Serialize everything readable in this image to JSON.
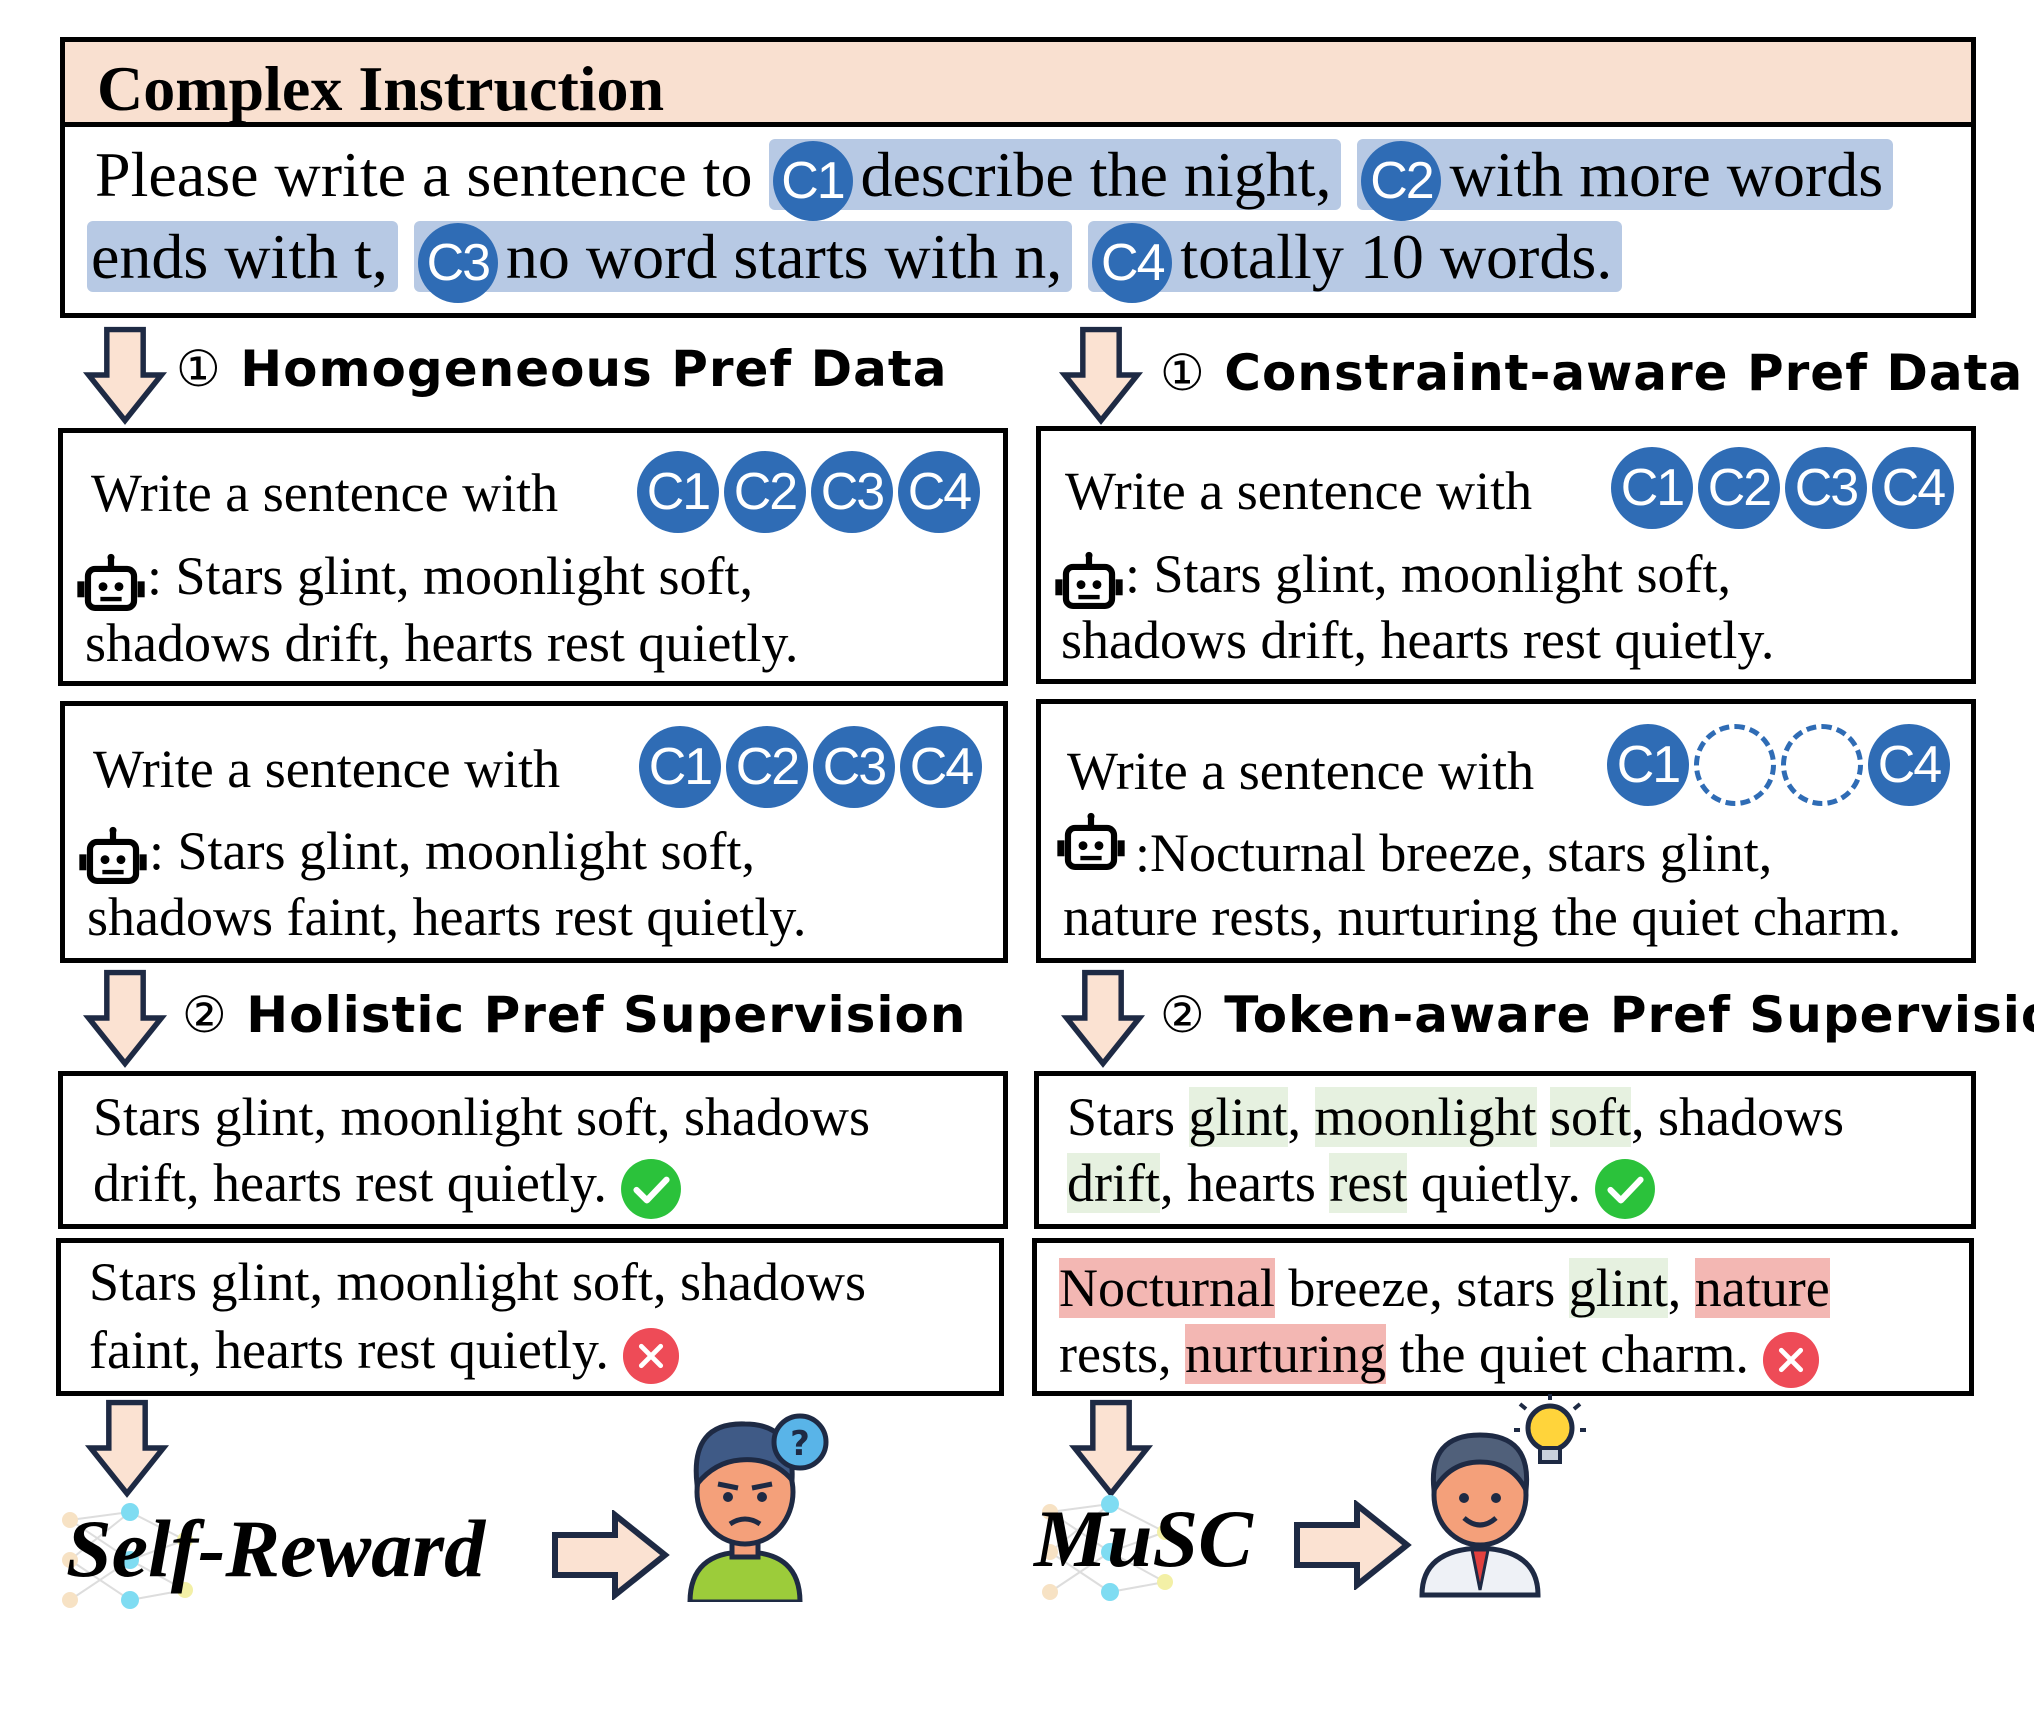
{
  "header": {
    "title": "Complex Instruction"
  },
  "instruction": {
    "prefix": "Please write a sentence to ",
    "constraints": [
      {
        "id": "C1",
        "text": "describe the night,"
      },
      {
        "id": "C2",
        "text": "with more words"
      },
      {
        "id": "C2b",
        "text": "ends with t,"
      },
      {
        "id": "C3",
        "text": "no word starts with n,"
      },
      {
        "id": "C4",
        "text": "totally 10 words."
      }
    ]
  },
  "chip_labels": [
    "C1",
    "C2",
    "C3",
    "C4"
  ],
  "left": {
    "step1": {
      "num": "①",
      "label": "Homogeneous Pref Data"
    },
    "pair": [
      {
        "prompt": "Write a sentence with",
        "line1": ": Stars glint, moonlight soft,",
        "line2": "shadows drift, hearts rest quietly."
      },
      {
        "prompt": "Write a sentence with",
        "line1": ": Stars glint, moonlight soft,",
        "line2": "shadows faint, hearts rest quietly."
      }
    ],
    "step2": {
      "num": "②",
      "label": "Holistic Pref Supervision"
    },
    "good": {
      "line1": "Stars glint, moonlight soft, shadows",
      "line2": "drift, hearts rest quietly."
    },
    "bad": {
      "line1": "Stars glint, moonlight soft, shadows",
      "line2": "faint, hearts rest quietly."
    },
    "method": "Self-Reward"
  },
  "right": {
    "step1": {
      "num": "①",
      "label": "Constraint-aware Pref Data"
    },
    "pair": [
      {
        "prompt": "Write a sentence with",
        "line1": ": Stars glint, moonlight soft,",
        "line2": "shadows drift, hearts rest quietly."
      },
      {
        "prompt": "Write a sentence with",
        "line1": ":Nocturnal breeze, stars glint,",
        "line2": "nature rests, nurturing the quiet charm."
      }
    ],
    "step2": {
      "num": "②",
      "label": "Token-aware Pref Supervision"
    },
    "good_tokens": {
      "w1": "Stars ",
      "w2": "glint",
      "w3": ", ",
      "w4": "moonlight",
      "w5": " ",
      "w6": "soft",
      "w7": ", shadows",
      "w8": "drift",
      "w9": ", hearts ",
      "w10": "rest",
      "w11": " quietly."
    },
    "bad_tokens": {
      "w1": "Nocturnal",
      "w2": " breeze, stars ",
      "w3": "glint",
      "w4": ", ",
      "w5": "nature",
      "w6": "rests, ",
      "w7": "nurturing",
      "w8": " the quiet charm."
    },
    "method": "MuSC"
  },
  "colors": {
    "chip": "#2f6cb5",
    "highlight": "#b7c9e4",
    "header": "#f9e0d0",
    "arrow": "#fbe2d2",
    "good": "#e6f1e0",
    "bad": "#f3b7b3",
    "check": "#2bc23b",
    "cross": "#ee4b57"
  }
}
